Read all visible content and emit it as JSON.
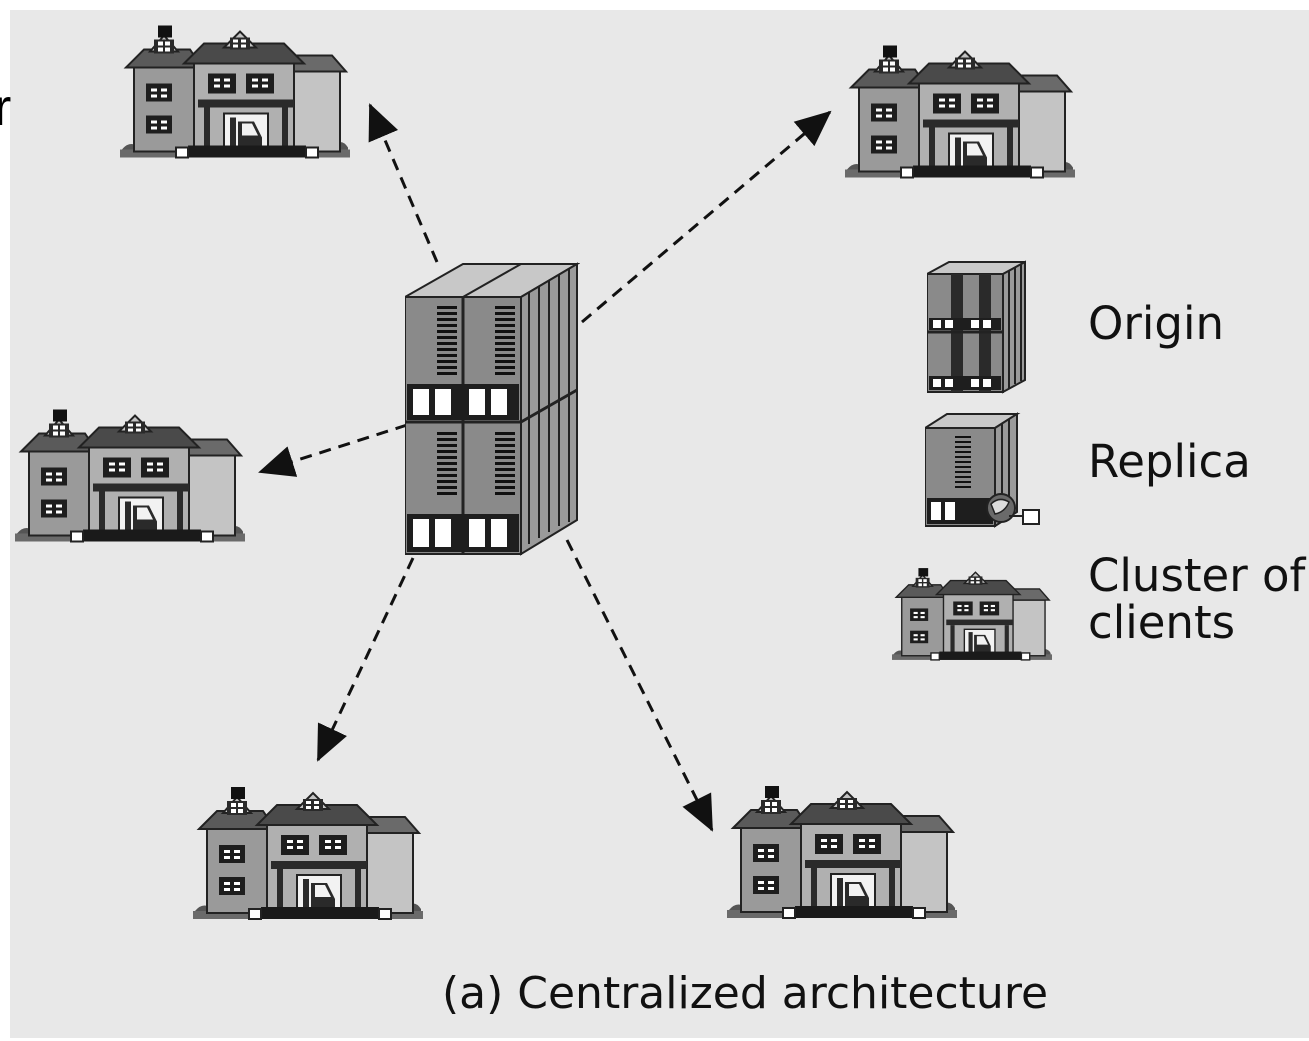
{
  "stray_text": "r",
  "legend": {
    "origin": "Origin",
    "replica": "Replica",
    "cluster": "Cluster of\nclients"
  },
  "caption": "(a) Centralized architecture",
  "icons": {
    "origin": "server-rack-icon",
    "replica": "replica-server-icon",
    "cluster": "house-icon"
  },
  "colors": {
    "panel": "#e8e8e8",
    "house_light": "#c4c4c4",
    "house_mid": "#8a8a8a",
    "house_dark": "#3a3a3a",
    "line": "#111111"
  }
}
